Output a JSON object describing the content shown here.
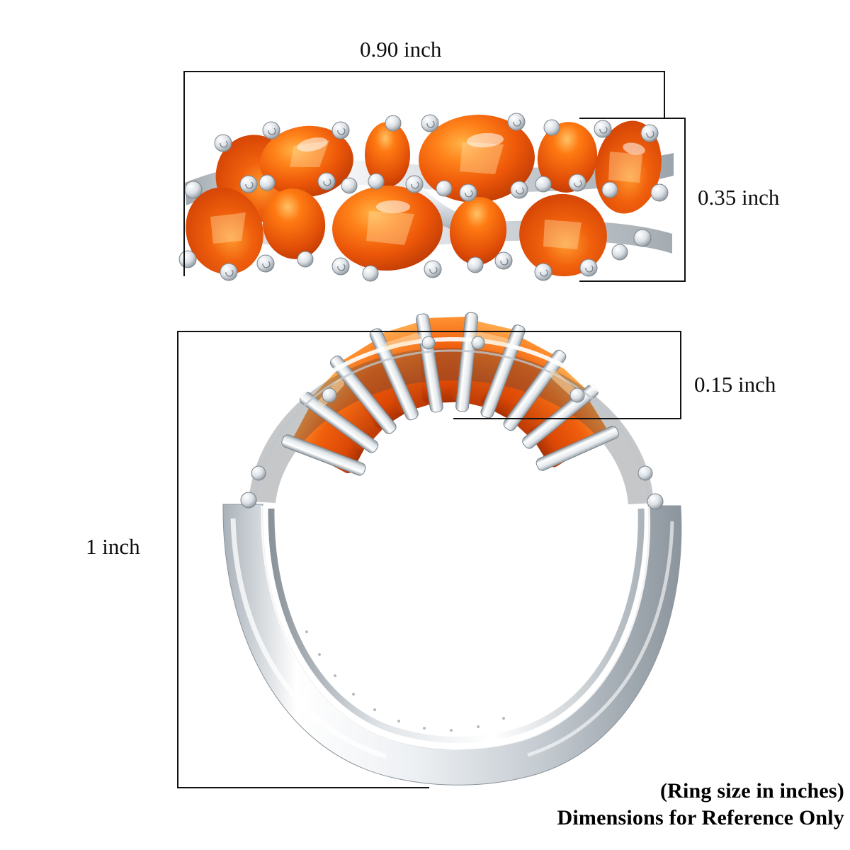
{
  "document": {
    "kind": "product-dimension-diagram",
    "subject": "gemstone ring"
  },
  "measurements": [
    {
      "id": "width",
      "label": "0.90 inch",
      "axis": "horizontal",
      "applies_to": "top-view-ring-width"
    },
    {
      "id": "height",
      "label": "0.35 inch",
      "axis": "vertical",
      "applies_to": "top-view-ring-height"
    },
    {
      "id": "thickness",
      "label": "0.15 inch",
      "axis": "vertical",
      "applies_to": "side-view-gem-depth"
    },
    {
      "id": "diameter",
      "label": "1 inch",
      "axis": "vertical",
      "applies_to": "side-view-ring-overall-height"
    }
  ],
  "labels": {
    "width": "0.90 inch",
    "height": "0.35 inch",
    "thickness": "0.15 inch",
    "diameter": "1 inch"
  },
  "caption": {
    "line1": "(Ring size in inches)",
    "line2": "Dimensions for Reference Only"
  },
  "views": {
    "top": {
      "name": "top-view-ring",
      "description": "face-up view of band with two staggered rows of oval orange gemstones",
      "gem_count": 11,
      "metal": "silver",
      "gem_color_name": "orange"
    },
    "side": {
      "name": "side-view-ring",
      "description": "profile view of ring showing arched crown of prong-set oval gems over a tapering shank",
      "gem_count": 9,
      "metal": "silver",
      "gem_color_name": "orange"
    }
  },
  "colors": {
    "gem_base": "#E8520C",
    "gem_light": "#FF8A2B",
    "gem_dark": "#B83A06",
    "gem_glow": "#FFB347",
    "metal_light": "#FFFFFF",
    "metal_mid": "#D8DDE2",
    "metal_shadow": "#9AA3AA",
    "line": "#111111",
    "text": "#000000",
    "background": "#FFFFFF"
  }
}
